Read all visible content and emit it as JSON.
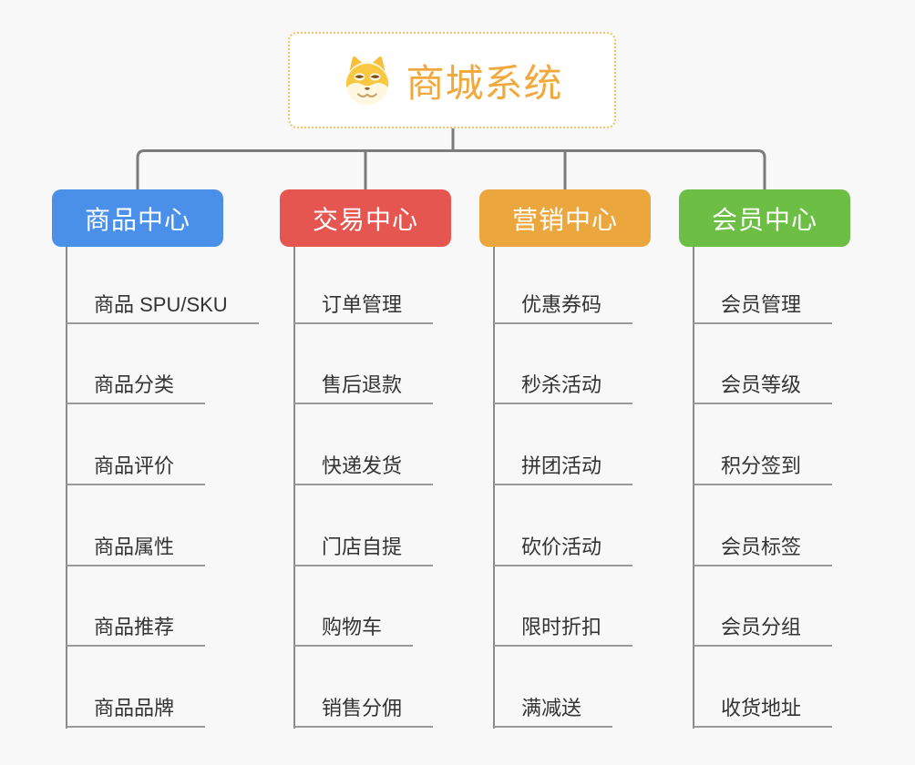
{
  "background": "#F8F8F8",
  "connector_color": "#7C7C7C",
  "underline_color": "#9A9A9A",
  "root": {
    "title": "商城系统",
    "title_color": "#F1A83C",
    "border_color": "#EFC068",
    "icon": "shiba-dog-icon"
  },
  "branches": [
    {
      "id": "product-center",
      "label": "商品中心",
      "color": "#4A90E8",
      "items": [
        "商品 SPU/SKU",
        "商品分类",
        "商品评价",
        "商品属性",
        "商品推荐",
        "商品品牌"
      ]
    },
    {
      "id": "trade-center",
      "label": "交易中心",
      "color": "#E4564F",
      "items": [
        "订单管理",
        "售后退款",
        "快递发货",
        "门店自提",
        "购物车",
        "销售分佣"
      ]
    },
    {
      "id": "marketing-center",
      "label": "营销中心",
      "color": "#ECA63E",
      "items": [
        "优惠券码",
        "秒杀活动",
        "拼团活动",
        "砍价活动",
        "限时折扣",
        "满减送"
      ]
    },
    {
      "id": "member-center",
      "label": "会员中心",
      "color": "#6DBE44",
      "items": [
        "会员管理",
        "会员等级",
        "积分签到",
        "会员标签",
        "会员分组",
        "收货地址"
      ]
    }
  ]
}
